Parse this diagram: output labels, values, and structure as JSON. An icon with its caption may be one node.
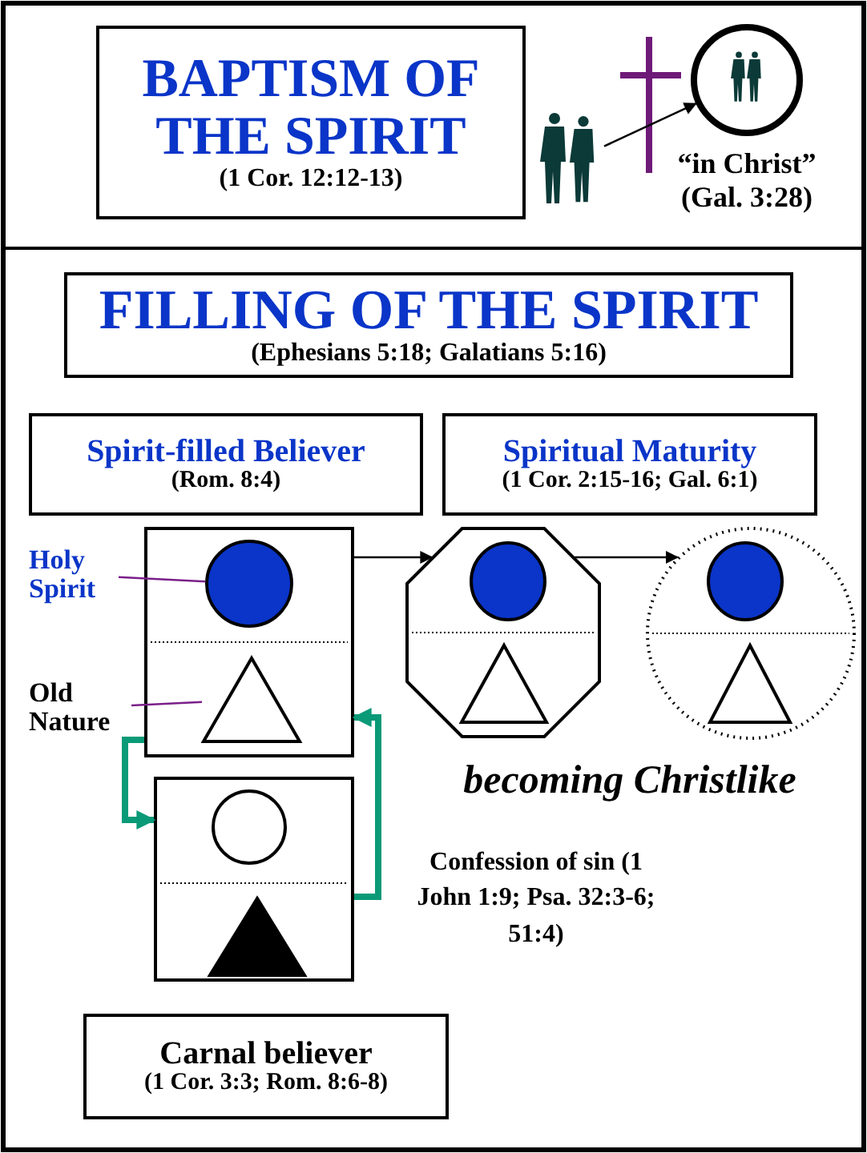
{
  "diagram": {
    "nodes": [
      {
        "text": [
          "BAPTISM OF THE SPIRIT",
          "(1 Cor. 12:12-13)"
        ]
      },
      {
        "text": [],
        "shape": "person"
      },
      {
        "text": [],
        "shape": "circle",
        "beside": [
          "“in Christ”",
          "(Gal. 3:28)"
        ]
      },
      {
        "text": [
          "FILLING OF THE SPIRIT",
          "(Ephesians 5:18; Galatians 5:16)"
        ]
      },
      {
        "text": [
          "Spirit-filled Believer",
          "(Rom. 8:4)"
        ]
      },
      {
        "text": [
          "Spiritual Maturity",
          "(1 Cor. 2:15-16; Gal. 6:1)"
        ]
      },
      {
        "text": [],
        "shape": "box"
      },
      {
        "text": [],
        "shape": "circle",
        "in": 6
      },
      {
        "text": [],
        "shape": "triangle",
        "in": 6
      },
      {
        "text": [],
        "shape": "octagon"
      },
      {
        "text": [],
        "shape": "circle",
        "in": 9
      },
      {
        "text": [],
        "shape": "triangle",
        "in": 9
      },
      {
        "text": [],
        "shape": "circle"
      },
      {
        "text": [],
        "shape": "circle",
        "in": 12
      },
      {
        "text": [],
        "shape": "triangle",
        "in": 12
      },
      {
        "text": [],
        "shape": "box"
      },
      {
        "text": [],
        "shape": "circle",
        "in": 15
      },
      {
        "text": [],
        "shape": "triangle",
        "in": 15
      },
      {
        "text": [
          "Carnal believer",
          "(1 Cor. 3:3; Rom. 8:6-8)"
        ]
      },
      {
        "text": [
          "Holy Spirit"
        ]
      },
      {
        "text": [
          "Old Nature"
        ]
      }
    ],
    "edges": [
      {
        "from": 1,
        "to": 2,
        "arrow": "to"
      },
      {
        "from": 19,
        "to": 7,
        "arrow": "none",
        "color": "#7a1f8a"
      },
      {
        "from": 20,
        "to": 8,
        "arrow": "none",
        "color": "#7a1f8a"
      },
      {
        "from": 6,
        "to": 9,
        "arrow": "to"
      },
      {
        "from": 9,
        "to": 12,
        "arrow": "to"
      },
      {
        "from": 6,
        "to": 15,
        "arrow": "to",
        "style": "thick",
        "color": "#0a9a78"
      },
      {
        "from": 15,
        "to": 6,
        "arrow": "to",
        "style": "thick",
        "color": "#0a9a78"
      }
    ],
    "labels": [
      "becoming Christlike",
      "Confession of sin (1 John 1:9; Psa. 32:3-6; 51:4)"
    ]
  }
}
